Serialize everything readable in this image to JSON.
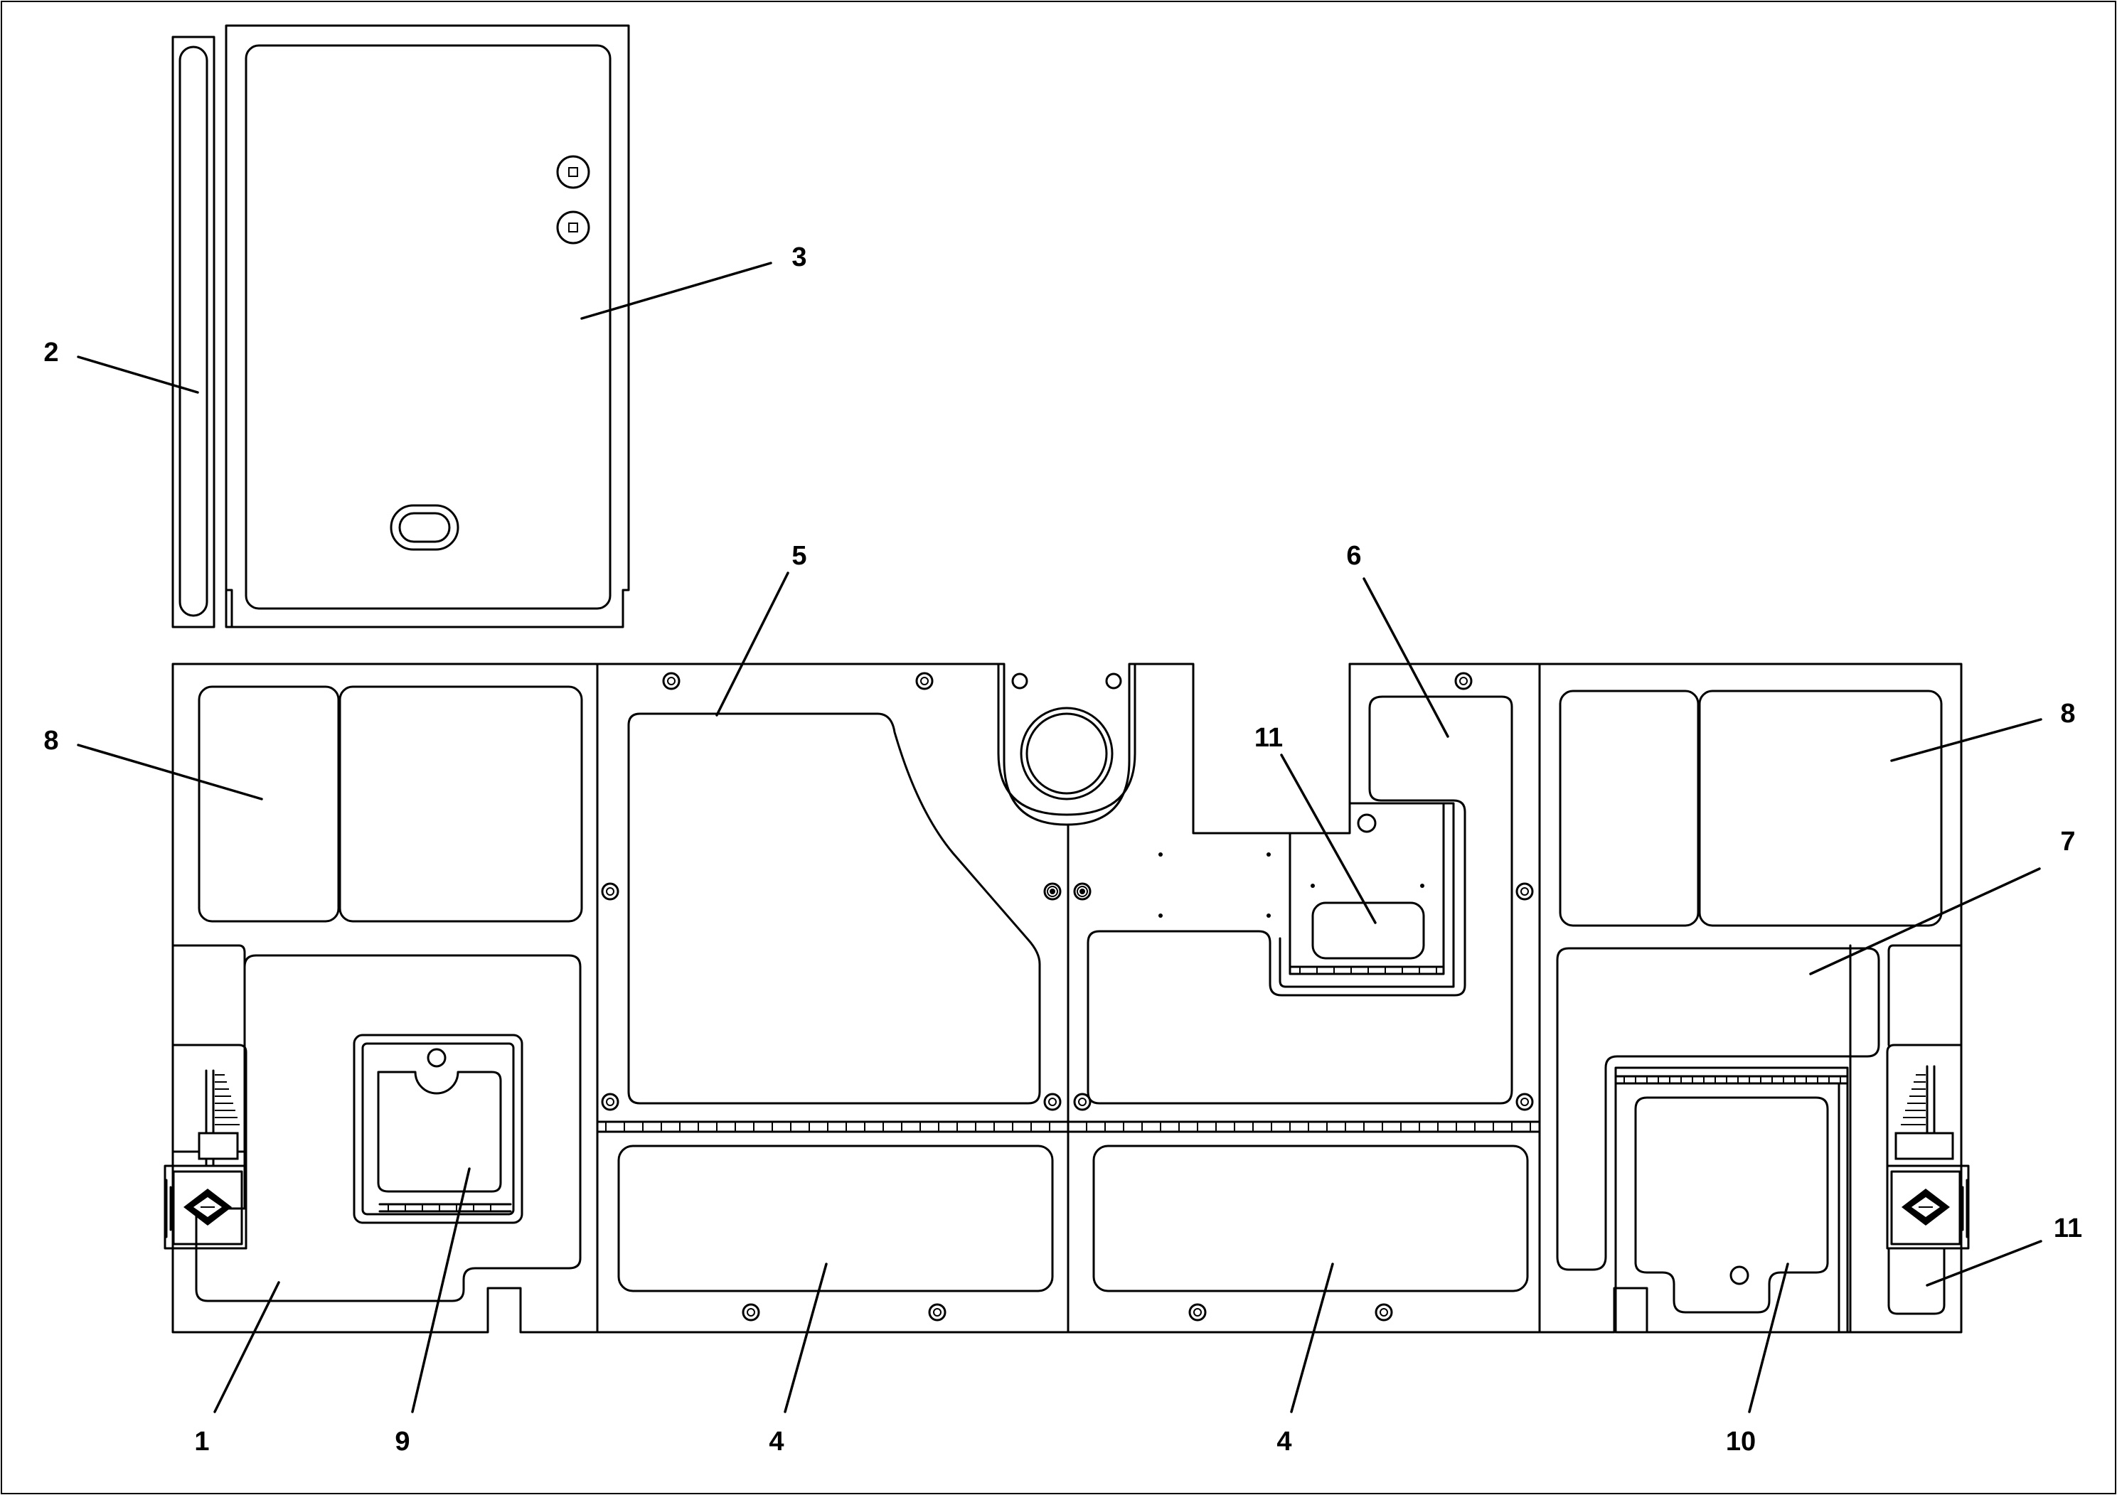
{
  "diagram": {
    "callouts": [
      {
        "id": "c1",
        "label": "1"
      },
      {
        "id": "c2",
        "label": "2"
      },
      {
        "id": "c3",
        "label": "3"
      },
      {
        "id": "c4a",
        "label": "4"
      },
      {
        "id": "c4b",
        "label": "4"
      },
      {
        "id": "c5",
        "label": "5"
      },
      {
        "id": "c6",
        "label": "6"
      },
      {
        "id": "c7",
        "label": "7"
      },
      {
        "id": "c8a",
        "label": "8"
      },
      {
        "id": "c8b",
        "label": "8"
      },
      {
        "id": "c9",
        "label": "9"
      },
      {
        "id": "c10",
        "label": "10"
      },
      {
        "id": "c11a",
        "label": "11"
      },
      {
        "id": "c11b",
        "label": "11"
      }
    ]
  }
}
